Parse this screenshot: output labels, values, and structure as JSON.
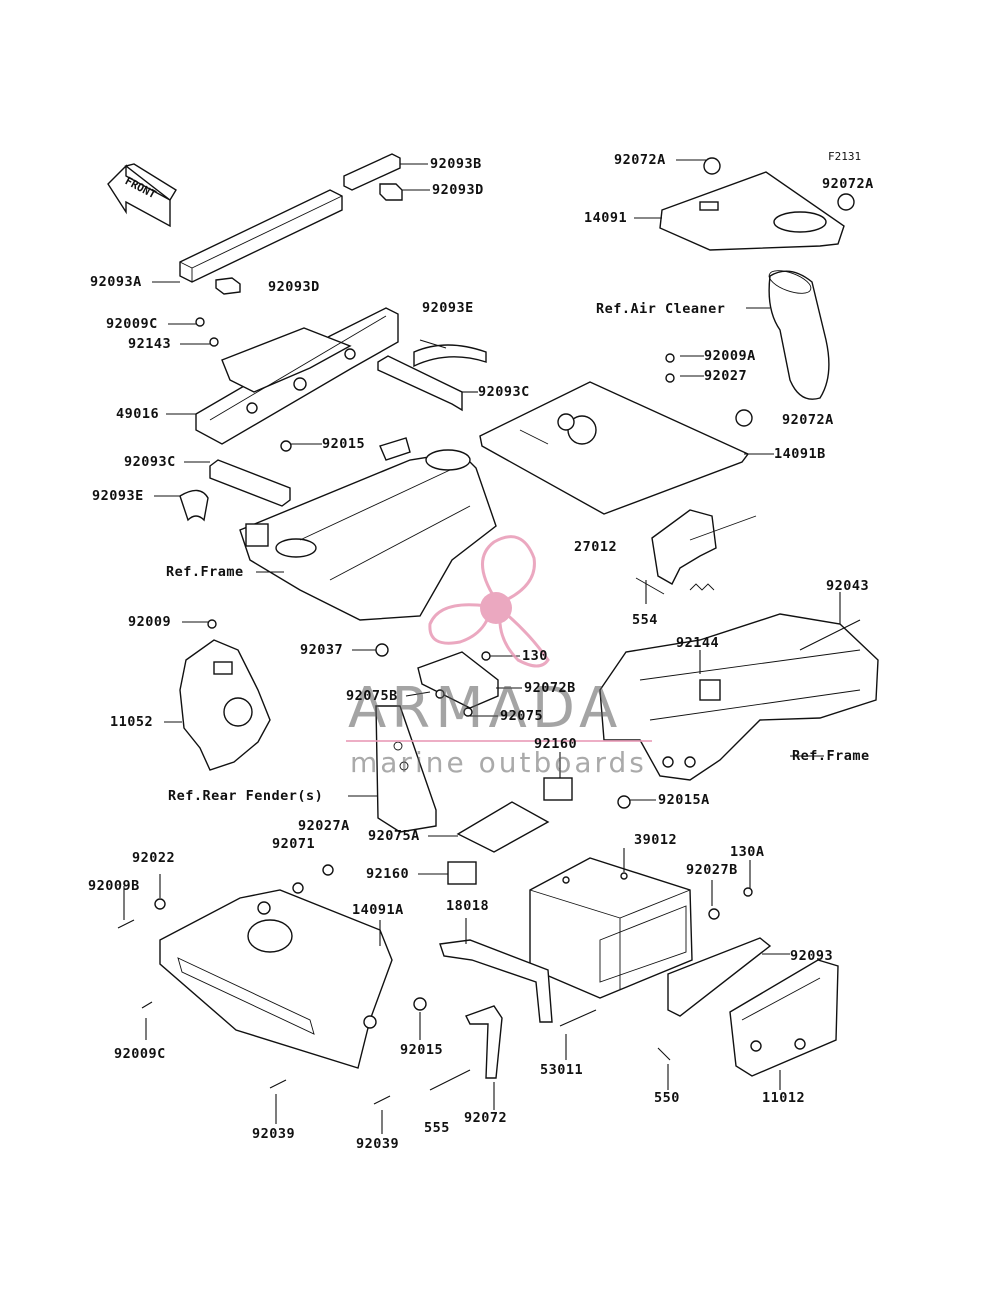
{
  "figure_code": "F2131",
  "front_label": "FRONT",
  "watermark": {
    "brand": "ARMADA",
    "tagline": "marine outboards",
    "accent_color": "#e89ab6"
  },
  "callouts": [
    {
      "id": "c1",
      "text": "92093B"
    },
    {
      "id": "c2",
      "text": "92093D"
    },
    {
      "id": "c3",
      "text": "92093A"
    },
    {
      "id": "c4",
      "text": "92093D"
    },
    {
      "id": "c5",
      "text": "92072A"
    },
    {
      "id": "c6",
      "text": "92072A"
    },
    {
      "id": "c7",
      "text": "14091"
    },
    {
      "id": "c8",
      "text": "Ref.Air Cleaner"
    },
    {
      "id": "c9",
      "text": "92093E"
    },
    {
      "id": "c10",
      "text": "92009C"
    },
    {
      "id": "c11",
      "text": "92143"
    },
    {
      "id": "c12",
      "text": "92009A"
    },
    {
      "id": "c13",
      "text": "92027"
    },
    {
      "id": "c14",
      "text": "92093C"
    },
    {
      "id": "c15",
      "text": "49016"
    },
    {
      "id": "c16",
      "text": "92072A"
    },
    {
      "id": "c17",
      "text": "92015"
    },
    {
      "id": "c18",
      "text": "14091B"
    },
    {
      "id": "c19",
      "text": "92093C"
    },
    {
      "id": "c20",
      "text": "92093E"
    },
    {
      "id": "c21",
      "text": "27012"
    },
    {
      "id": "c22",
      "text": "Ref.Frame"
    },
    {
      "id": "c23",
      "text": "554"
    },
    {
      "id": "c24",
      "text": "92043"
    },
    {
      "id": "c25",
      "text": "92009"
    },
    {
      "id": "c26",
      "text": "92144"
    },
    {
      "id": "c27",
      "text": "92037"
    },
    {
      "id": "c28",
      "text": "130"
    },
    {
      "id": "c29",
      "text": "92072B"
    },
    {
      "id": "c30",
      "text": "92075B"
    },
    {
      "id": "c31",
      "text": "92075"
    },
    {
      "id": "c32",
      "text": "11052"
    },
    {
      "id": "c33",
      "text": "92160"
    },
    {
      "id": "c34",
      "text": "Ref.Frame"
    },
    {
      "id": "c35",
      "text": "Ref.Rear Fender(s)"
    },
    {
      "id": "c36",
      "text": "92015A"
    },
    {
      "id": "c37",
      "text": "92027A"
    },
    {
      "id": "c38",
      "text": "92075A"
    },
    {
      "id": "c39",
      "text": "39012"
    },
    {
      "id": "c40",
      "text": "92071"
    },
    {
      "id": "c41",
      "text": "130A"
    },
    {
      "id": "c42",
      "text": "92022"
    },
    {
      "id": "c43",
      "text": "92160"
    },
    {
      "id": "c44",
      "text": "92027B"
    },
    {
      "id": "c45",
      "text": "92009B"
    },
    {
      "id": "c46",
      "text": "14091A"
    },
    {
      "id": "c47",
      "text": "18018"
    },
    {
      "id": "c48",
      "text": "92093"
    },
    {
      "id": "c49",
      "text": "92009C"
    },
    {
      "id": "c50",
      "text": "92015"
    },
    {
      "id": "c51",
      "text": "53011"
    },
    {
      "id": "c52",
      "text": "550"
    },
    {
      "id": "c53",
      "text": "11012"
    },
    {
      "id": "c54",
      "text": "92039"
    },
    {
      "id": "c55",
      "text": "555"
    },
    {
      "id": "c56",
      "text": "92072"
    },
    {
      "id": "c57",
      "text": "92039"
    }
  ]
}
